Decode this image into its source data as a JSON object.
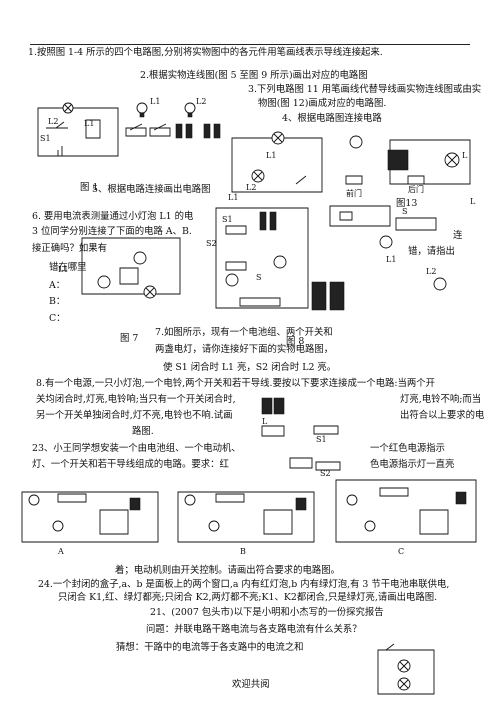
{
  "doc": {
    "q1": "1.按照图 1-4 所示的四个电路图,分别将实物图中的各元件用笔画线表示导线连接起来.",
    "q2": "2.根据实物连线图(图 5 至图 9 所示)画出对应的电路图",
    "q3a": "3.下列电路图 11 用笔画线代替导线画实物连线图或由实",
    "q3b": "物图(图 12)画成对应的电路图.",
    "q4": "4、根据电路图连接电路",
    "q5": "5、根据电路连接画出电路图",
    "q6a": "6. 要用电流表测量通过小灯泡 L1 的电",
    "q6b": "3 位同学分别连接了下面的电路 A、B.",
    "q6c": "接正确吗？如果有",
    "q6d": "错在哪里",
    "q6_A": "A：",
    "q6_B": "B：",
    "q6_C": "C：",
    "q6_right": "连",
    "q6_right2": "错，请指出",
    "fig7": "图 7",
    "fig8": "图 8",
    "fig1": "图 1",
    "fig13": "图13",
    "q7a": "7.如图所示，现有一个电池组、两个开关和",
    "q7b": "两盏电灯，请你连接好下面的实物电路图，",
    "q7c": "使 S1 闭合时 L1 亮，S2 闭合时 L2 亮。",
    "q8a": "8.有一个电源,一只小灯泡,一个电铃,两个开关和若干导线.要按以下要求连接成一个电路:当两个开",
    "q8b": "关均闭合时,灯亮,电铃响;当只有一个开关闭合时,",
    "q8b2": "灯亮,电铃不响;而当",
    "q8c": "另一个开关单独闭合时,灯不亮,电铃也不响.试画",
    "q8c2": "出符合以上要求的电",
    "q8d": "路图.",
    "q23a": "23、小王同学想安装一个由电池组、一个电动机、",
    "q23a2": "一个红色电源指示",
    "q23b": "灯、一个开关和若干导线组成的电路。要求：红",
    "q23b2": "色电源指示灯一直亮",
    "q23c": "着；电动机则由开关控制。请画出符合要求的电路图。",
    "q24a": "24.一个封闭的盒子,a、b 是面板上的两个窗口,a 内有红灯泡,b 内有绿灯泡,有 3 节干电池串联供电,",
    "q24b": "只闭合 K1,红、绿灯都亮;只闭合 K2,两灯都不亮;K1、K2都闭合,只是绿灯亮,请画出电路图.",
    "q21a": "21、(2007 包头市)以下是小明和小杰写的一份探究报告",
    "q21b": "问题：并联电路干路电流与各支路电流有什么关系？",
    "q21c": "猜想：干路中的电流等于各支路中的电流之和",
    "footer": "欢迎共阅"
  },
  "labels": {
    "L1": "L1",
    "L2": "L2",
    "S1": "S1",
    "S2": "S2",
    "S": "S",
    "L": "L",
    "A": "A",
    "B": "B",
    "C": "C",
    "front": "前门",
    "back": "后门"
  }
}
